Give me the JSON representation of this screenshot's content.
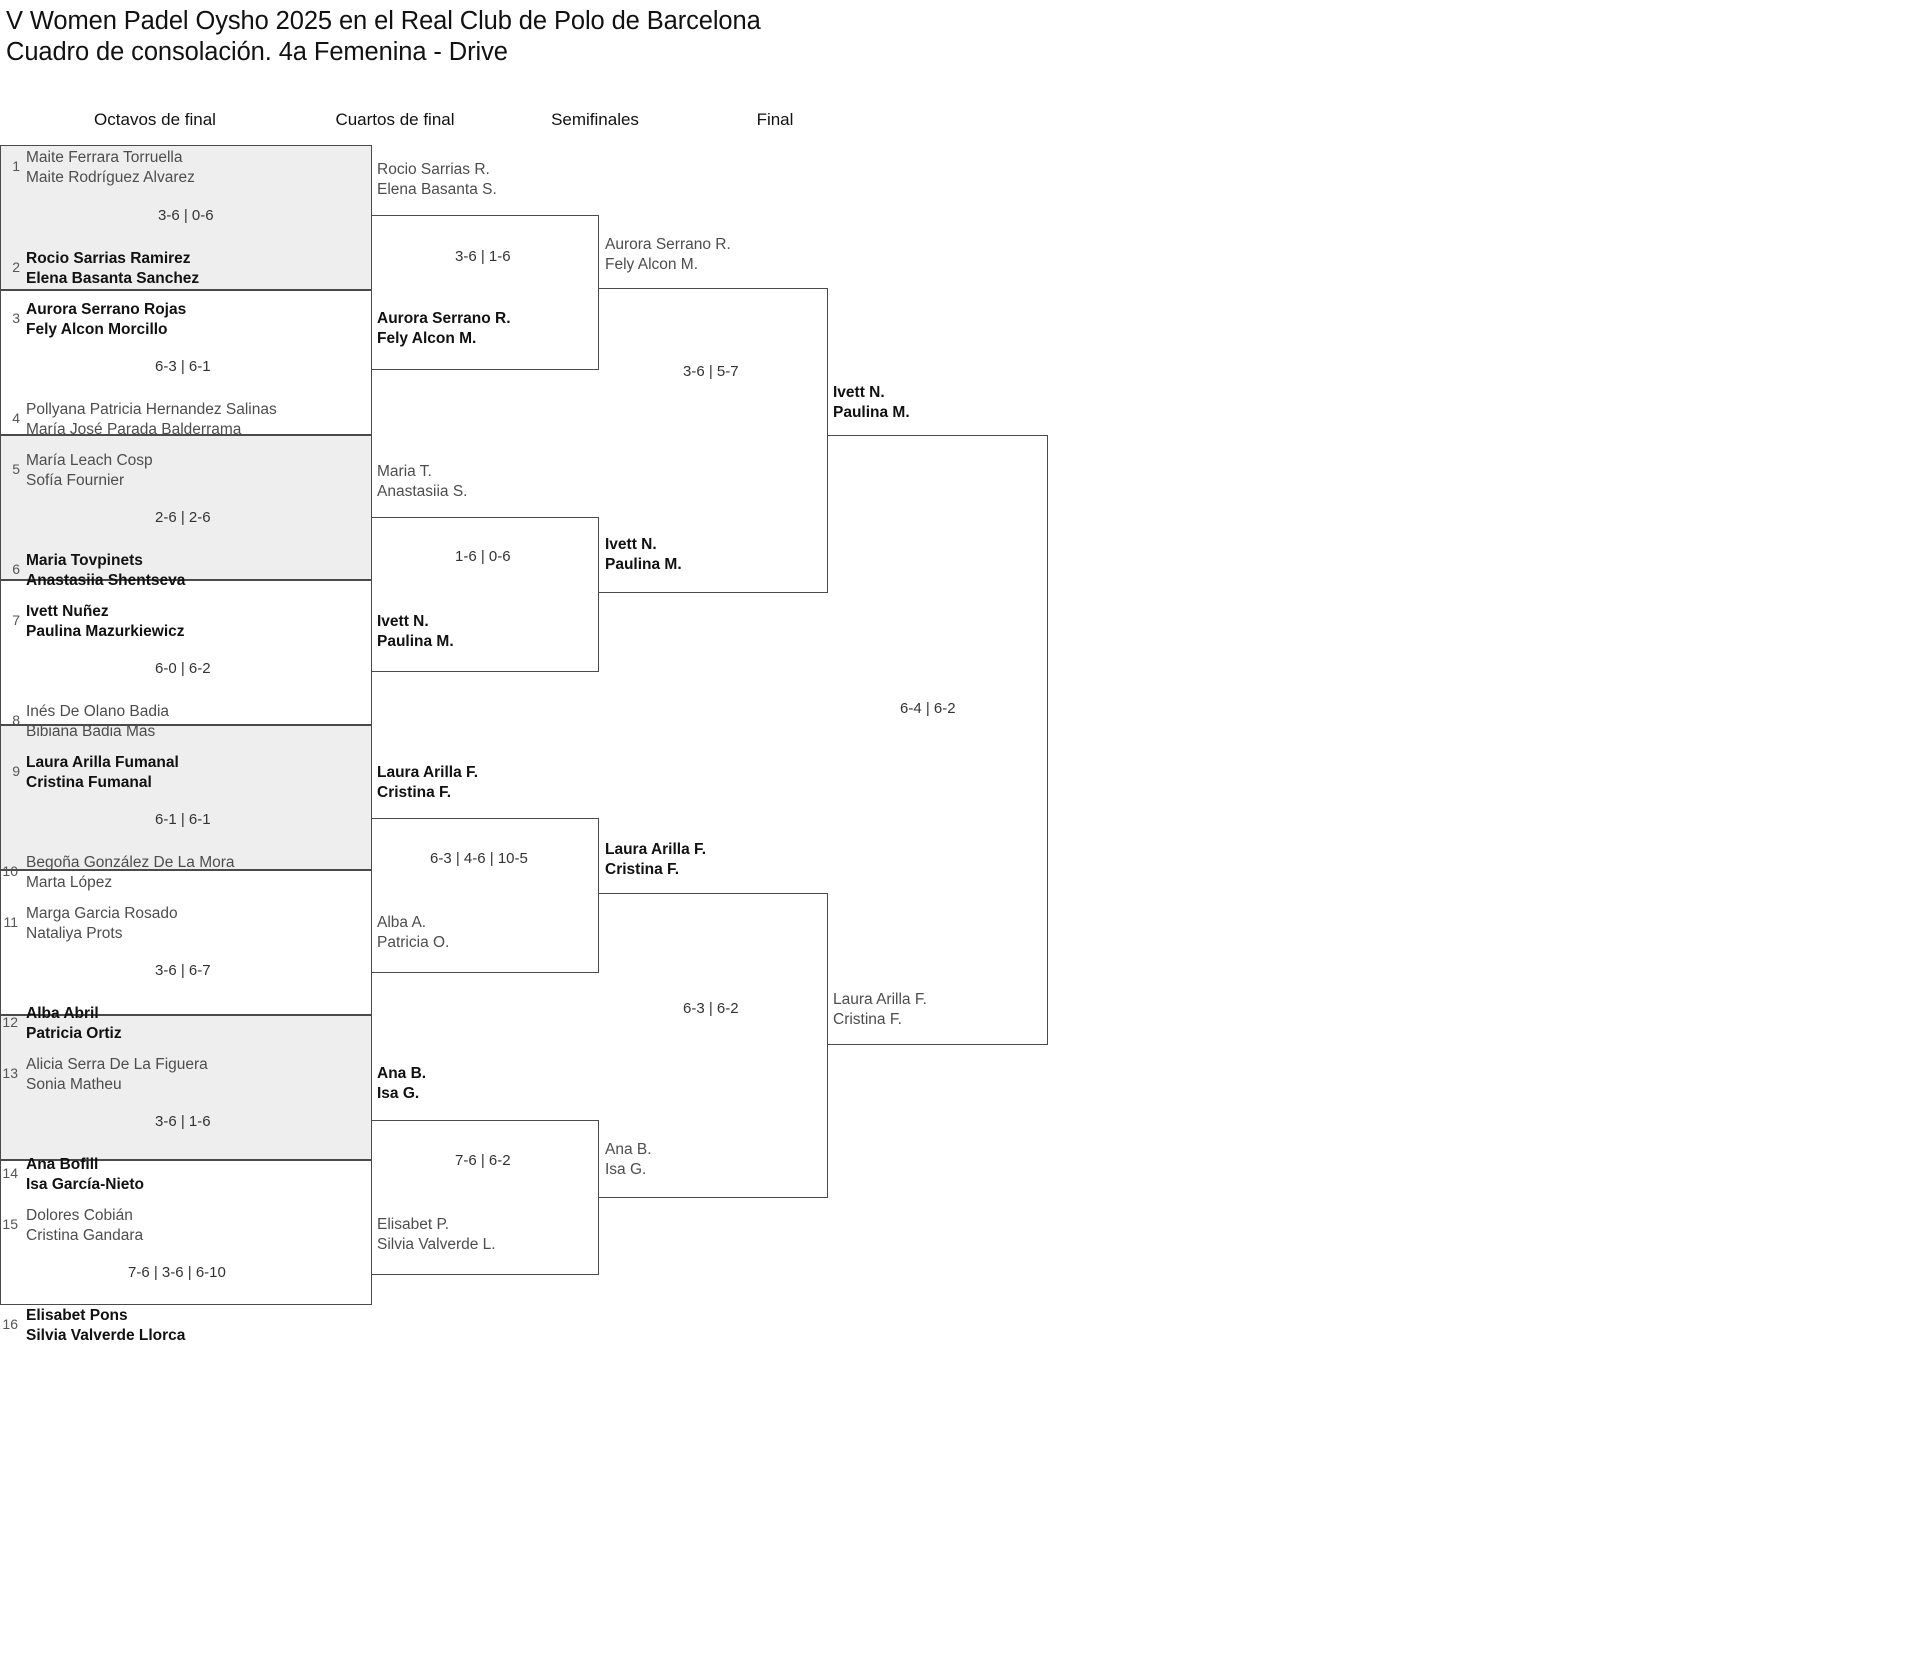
{
  "header": {
    "title_line1": "V Women Padel Oysho 2025 en el Real Club de Polo de Barcelona",
    "title_line2": "Cuadro de consolación. 4a Femenina - Drive"
  },
  "rounds": [
    {
      "label": "Octavos de final"
    },
    {
      "label": "Cuartos de final"
    },
    {
      "label": "Semifinales"
    },
    {
      "label": "Final"
    }
  ],
  "round1": {
    "entries": [
      {
        "seed": "1",
        "p1": "Maite Ferrara Torruella",
        "p2": "Maite Rodríguez Alvarez",
        "winner": false
      },
      {
        "seed": "2",
        "p1": "Rocio Sarrias Ramirez",
        "p2": "Elena Basanta Sanchez",
        "winner": true
      },
      {
        "seed": "3",
        "p1": "Aurora Serrano Rojas",
        "p2": "Fely Alcon Morcillo",
        "winner": true
      },
      {
        "seed": "4",
        "p1": "Pollyana Patricia Hernandez Salinas",
        "p2": "María José Parada Balderrama",
        "winner": false
      },
      {
        "seed": "5",
        "p1": "María Leach Cosp",
        "p2": "Sofía Fournier",
        "winner": false
      },
      {
        "seed": "6",
        "p1": "Maria Tovpinets",
        "p2": "Anastasiia Shentseva",
        "winner": true
      },
      {
        "seed": "7",
        "p1": "Ivett Nuñez",
        "p2": "Paulina Mazurkiewicz",
        "winner": true
      },
      {
        "seed": "8",
        "p1": "Inés De Olano Badia",
        "p2": "Bibiana Badia Mas",
        "winner": false
      },
      {
        "seed": "9",
        "p1": "Laura Arilla Fumanal",
        "p2": "Cristina Fumanal",
        "winner": true
      },
      {
        "seed": "10",
        "p1": "Begoña González De La Mora",
        "p2": "Marta López",
        "winner": false
      },
      {
        "seed": "11",
        "p1": "Marga Garcia Rosado",
        "p2": "Nataliya Prots",
        "winner": false
      },
      {
        "seed": "12",
        "p1": "Alba Abril",
        "p2": "Patricia Ortiz",
        "winner": true
      },
      {
        "seed": "13",
        "p1": "Alicia Serra De La Figuera",
        "p2": "Sonia Matheu",
        "winner": false
      },
      {
        "seed": "14",
        "p1": "Ana Bofill",
        "p2": "Isa García-Nieto",
        "winner": true
      },
      {
        "seed": "15",
        "p1": "Dolores Cobián",
        "p2": "Cristina Gandara",
        "winner": false
      },
      {
        "seed": "16",
        "p1": "Elisabet Pons",
        "p2": "Silvia Valverde Llorca",
        "winner": true
      }
    ],
    "scores": [
      "3-6 | 0-6",
      "6-3 | 6-1",
      "2-6 | 2-6",
      "6-0 | 6-2",
      "6-1 | 6-1",
      "3-6 | 6-7",
      "3-6 | 1-6",
      "7-6 | 3-6 | 6-10"
    ]
  },
  "round2": {
    "entries": [
      {
        "p1": "Rocio Sarrias R.",
        "p2": "Elena Basanta S.",
        "winner": false
      },
      {
        "p1": "Aurora Serrano R.",
        "p2": "Fely Alcon M.",
        "winner": true
      },
      {
        "p1": "Maria T.",
        "p2": "Anastasiia S.",
        "winner": false
      },
      {
        "p1": "Ivett N.",
        "p2": "Paulina M.",
        "winner": true
      },
      {
        "p1": "Laura Arilla F.",
        "p2": "Cristina F.",
        "winner": true
      },
      {
        "p1": "Alba A.",
        "p2": "Patricia O.",
        "winner": false
      },
      {
        "p1": "Ana B.",
        "p2": "Isa G.",
        "winner": true
      },
      {
        "p1": "Elisabet P.",
        "p2": "Silvia Valverde L.",
        "winner": false
      }
    ],
    "scores": [
      "3-6 | 1-6",
      "1-6 | 0-6",
      "6-3 | 4-6 | 10-5",
      "7-6 | 6-2"
    ]
  },
  "round3": {
    "entries": [
      {
        "p1": "Aurora Serrano R.",
        "p2": "Fely Alcon M.",
        "winner": false
      },
      {
        "p1": "Ivett N.",
        "p2": "Paulina M.",
        "winner": true
      },
      {
        "p1": "Laura Arilla F.",
        "p2": "Cristina F.",
        "winner": true
      },
      {
        "p1": "Ana B.",
        "p2": "Isa G.",
        "winner": false
      }
    ],
    "scores": [
      "3-6 | 5-7",
      "6-3 | 6-2"
    ]
  },
  "round4": {
    "entries": [
      {
        "p1": "Ivett N.",
        "p2": "Paulina M.",
        "winner": true
      },
      {
        "p1": "Laura Arilla F.",
        "p2": "Cristina F.",
        "winner": false
      }
    ],
    "scores": [
      "6-4 | 6-2"
    ]
  }
}
